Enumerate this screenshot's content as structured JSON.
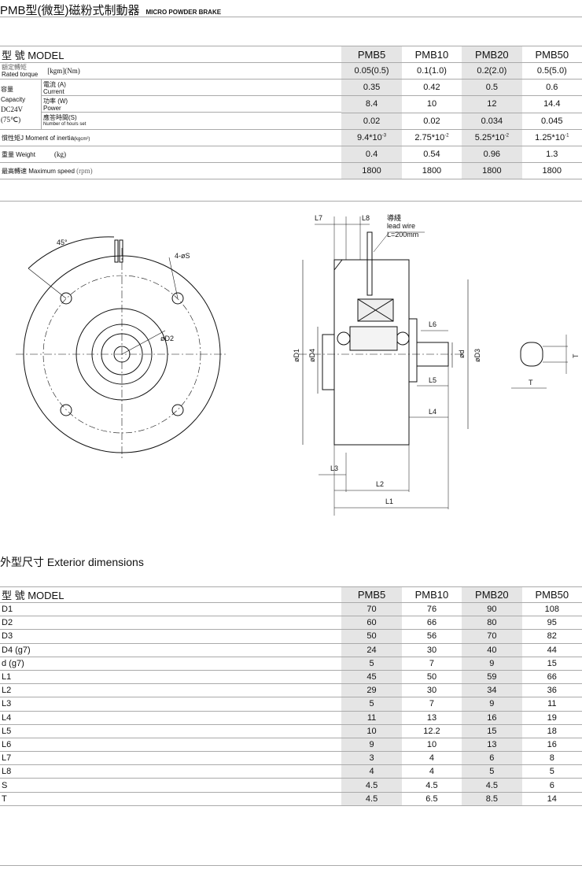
{
  "header": {
    "title": "PMB型(微型)磁粉式制動器",
    "subtitle": "MICRO POWDER BRAKE"
  },
  "spec_table": {
    "model_label": "型 號 MODEL",
    "models": [
      "PMB5",
      "PMB10",
      "PMB20",
      "PMB50"
    ],
    "torque": {
      "zh": "額定轉矩",
      "en": "Rated torque",
      "unit": "[kgm](Nm)",
      "values": [
        "0.05(0.5)",
        "0.1(1.0)",
        "0.2(2.0)",
        "0.5(5.0)"
      ]
    },
    "capacity": {
      "zh": "容量",
      "en": "Capacity",
      "voltage": "DC24V",
      "temp": "(75℃)"
    },
    "current": {
      "zh": "電流 (A)",
      "en": "Current",
      "values": [
        "0.35",
        "0.42",
        "0.5",
        "0.6"
      ]
    },
    "power": {
      "zh": "功率 (W)",
      "en": "Power",
      "values": [
        "8.4",
        "10",
        "12",
        "14.4"
      ]
    },
    "response": {
      "zh": "應答時間(S)",
      "en": "Number of hours set",
      "values": [
        "0.02",
        "0.02",
        "0.034",
        "0.045"
      ]
    },
    "inertia": {
      "label": "慣性矩J  Moment of inertia",
      "unit": "(kgcm²)",
      "values": [
        [
          "9.4*10",
          "-3"
        ],
        [
          "2.75*10",
          "-2"
        ],
        [
          "5.25*10",
          "-2"
        ],
        [
          "1.25*10",
          "-1"
        ]
      ]
    },
    "weight": {
      "label": "重量  Weight",
      "unit": "(kg)",
      "values": [
        "0.4",
        "0.54",
        "0.96",
        "1.3"
      ]
    },
    "speed": {
      "label": "最高轉速 Maximum speed",
      "unit": "(rpm)",
      "values": [
        "1800",
        "1800",
        "1800",
        "1800"
      ]
    }
  },
  "diagram": {
    "angle": "45°",
    "holes": "4-øS",
    "d2": "øD2",
    "l7": "L7",
    "l8": "L8",
    "wire_zh": "導綫",
    "wire_en": "lead wire",
    "wire_len": "L=200mm",
    "d1": "øD1",
    "d4": "øD4",
    "l6": "L6",
    "d": "ød",
    "d3": "øD3",
    "l5": "L5",
    "l4": "L4",
    "l3": "L3",
    "l2": "L2",
    "l1": "L1",
    "t1": "T",
    "t2": "T"
  },
  "dims": {
    "title": "外型尺寸 Exterior dimensions",
    "model_label": "型 號 MODEL",
    "models": [
      "PMB5",
      "PMB10",
      "PMB20",
      "PMB50"
    ],
    "rows": [
      {
        "name": "D1",
        "values": [
          "70",
          "76",
          "90",
          "108"
        ]
      },
      {
        "name": "D2",
        "values": [
          "60",
          "66",
          "80",
          "95"
        ]
      },
      {
        "name": "D3",
        "values": [
          "50",
          "56",
          "70",
          "82"
        ]
      },
      {
        "name": "D4 (g7)",
        "values": [
          "24",
          "30",
          "40",
          "44"
        ]
      },
      {
        "name": "d (g7)",
        "values": [
          "5",
          "7",
          "9",
          "15"
        ]
      },
      {
        "name": "L1",
        "values": [
          "45",
          "50",
          "59",
          "66"
        ]
      },
      {
        "name": "L2",
        "values": [
          "29",
          "30",
          "34",
          "36"
        ]
      },
      {
        "name": "L3",
        "values": [
          "5",
          "7",
          "9",
          "11"
        ]
      },
      {
        "name": "L4",
        "values": [
          "11",
          "13",
          "16",
          "19"
        ]
      },
      {
        "name": "L5",
        "values": [
          "10",
          "12.2",
          "15",
          "18"
        ]
      },
      {
        "name": "L6",
        "values": [
          "9",
          "10",
          "13",
          "16"
        ]
      },
      {
        "name": "L7",
        "values": [
          "3",
          "4",
          "6",
          "8"
        ]
      },
      {
        "name": "L8",
        "values": [
          "4",
          "4",
          "5",
          "5"
        ]
      },
      {
        "name": "S",
        "values": [
          "4.5",
          "4.5",
          "4.5",
          "6"
        ]
      },
      {
        "name": "T",
        "values": [
          "4.5",
          "6.5",
          "8.5",
          "14"
        ]
      }
    ]
  }
}
